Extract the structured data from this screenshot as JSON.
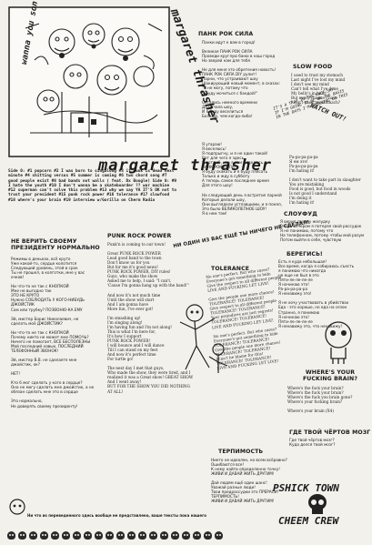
{
  "header": {
    "band_name": "margaret thrasher",
    "band_name_big": "margaret thrasher",
    "cover_scrawl": "wanna you son"
  },
  "tracklist": "Side 0: #1 popcorn #2 I was born to singalong #3 if punk is dead next minute #4 shitting versus #5 summer is coming #6 two chord song #7 good people exist #8 bad bands not walls ( feat. Dx Boogle) Side 0: #9 I hate the youth #10 I don't wanna be a skateboarder ?? war machine #12 superman can't solve this problem #13 why we say YA IT'S OK not to trust your president #15 punk rock power #16 tolerance #17 slowfood #18 where's your brain #19 interview w/Gorilla on Cherm Radio",
  "sections": {
    "pank_rok_sila": {
      "title": "ПАНК РОК СИЛА",
      "lines": "Панки идут к вам в город!\n\nВеликая ПАНК РОК СИЛА\nПроведи круглую баню в наш город\nНо зверей нам для тебя\n\nНе для меня это обретения новость!\nПАНК РОК СИЛА DIY рулит!\nПарни, что устраивают шоу\nШокирующий новый момент, в сказах:\n\"Я не могу, потому что\nЯ буду мочиться с бандой!\"\n\nОстались немного времени\nДо начала шоу,\nИ я буду веселиться\nБольше, чем когда-либо!"
    },
    "ya_ugarayu": {
      "lines": "Я угараю!\nЯ веселюсь!\nЯ подпрыгну, и я не один такой!\nВот для чего я здесь,\nИ вот всё, что я вам поделюсь\nПАНК РОК СИЛА!\nЯ буду скакать и я буду плясать\nТолько и жду в субботу\nА теперь самое последнее время\nДля этого шоу!\n\nНа следующий день я встретил парней\nКоторые делали шоу,\nОни выглядели устлавшими, и я понял,\nЭто было ВЕЛИКОЛЕПНОЕ ШОУ!\nЯ в нем там!"
    },
    "ne_veryu": {
      "title": "НЕ ВЕРИТЬ СВОЕМУ ПРЕЗИДЕНТУ НОРМАЛЬНО",
      "lines": "Режимы в деньках, всё круто\nУже какой-то, сердце колотится\nСледующий уровень, этой в срок\nТы не прошел, в колготки, мне у вас\nочков!\n\nНи что-то не так с КНОПКОЙ\nМне не выгодно так\nЭТО НЕ КРУТО\nНужно СОБЛЮДАТЬ У КОГО-НИБУДЬ\nДЖОЙСТИК\nСам или трубку? ПОЗВОНЮ-КА ЕМУ\n\nЭй, мистер Борис Николаевич, не\nсделать моё ДЖОЙСТИК?\n\nНи что-то не так с КНОПКОЙ\nПочему никто не может мне ПОМОЧЬ?\nНичего не помогает, ВСЕ БЕСПОЛЕЗНЫ\nМой последний навык, ПОСЛЕДНИЙ\nТЕЛЕФОННЫЙ ЗВОНОК!\n\nЭй, мистер В.В. не сделаете мне\nджойстик, ок?\n\nНЕТ!\n\nКто б мог сделать у кого в сердце?\nОна не могу сделать мне джойстик, а не\nобязан сделать мне это в сердце\n\nЭто нормально,\nНе доверять своему президенту!"
    },
    "punk_rock_power": {
      "title": "PUNK ROCK POWER",
      "lines": "Punk'n is coming to our town!\n\nGreat PUNK ROCK POWER\nLead good band to the town\nDon't know us for you\nBut for me it's good news!\nPUNK ROCK POWER, DIY rules!\nGuys, who make the show\nAsked me to help, I said: \"I can't.\n'Cause I'm gonna hang up with the band!\"\n\nAnd now it's not much time\nUntil the show will start\nAnd I am gonna have\nMore fun, I've ever got!\n\nI'm smashing up!\nI'm singing along!\nI'm having fun and I'm not along!\nThis is what I'm here for,\nIt's how I support\nPUNK ROCK POWER!\nI will bounce and I will dance\nTill I can stand on my feet\nAnd now it's perfect time\nFor turtle go!\n\nThe next day I met that guys,\nWho made the show, they were tired, and I\nrealized it was a Great show! GREAT SHOW\nAnd I went away!\nBUT FOR THE SHOW YOU DID NOTHING\nAT ALL!"
    },
    "ni_odin": {
      "title": "НИ ОДИН ИЗ ВАС ЕЩЁ ТЫ НИЧЕГО НЕ СДЕЛАЛ!"
    },
    "tolerance": {
      "title": "TOLERANCE",
      "lines": "No one's perfect. But who cares?\nEveryone's got something to hide\nGive the respect to all different people\nLIVE AND FUCKING LET LIVE!\n\nGive the people one more chance!\nTOLERANCE! TOLERANCE!\nGive respect to all different people\nTOLERANCE! TOLERANCE!\nYour prejudices are just regrets!\nTOLERANCE! TOLERANCE!\nLIVE AND FUCKING LET LIVE!\n\nNo one's perfect. But who cares?\nEveryone's got something to hide\nTOLERANCE! TOLERANCE!\nGive the people one more chance!\nTOLERANCE! TOLERANCE!\nI can't be blame for this!\nTOLERANCE! TOLERANCE!\nLIVE AND FUCKING LET LIVE!"
    },
    "terpimost": {
      "title": "ТЕРПИМОСТЬ",
      "lines": "Никто не идеален, но всем всёравно?\nОшибаются все!\nК нему найти определенно точку!\nЖИВИ И ДАВАЙ ЖИТЬ ДРУГИМ!\n\nДай людям ещё один шанс!\nУважай разные люди!\nТвои предрассудки это ПРЕРАСИ!\nТЕРПИМОСТЬ!\nЖИВИ И ДАВАЙ ЖИТЬ ДРУГИМ!"
    },
    "slow_food": {
      "title": "SLOW FOOD",
      "lines": "I used to trust my stomach\nLast night I've lost my mind\nI don't see my mind\nCan't tell what I've done\nMy belly's in hunt!\nBut every chance I have\nI can't trust my stomach?",
      "watch_out": "WATCH OUT!",
      "scrawl": "IT'S A TRAP IN THE KNOT SAY\nIF I'M GOING TO BE ON THE BASIS\nIN THE DAYS I'M THINKING OF THIS"
    },
    "rarara": {
      "lines": "Ра-ра-ра-ра-ра\nЯ ем это!\nPa-pa-pa-pa-pa\nI'm hating it!\n\nI don't want to take part in slaughter\nYou are mistaking\nFood is good, but food in woods\nIs not good I understand\nI'm doing it\nI'm hating it!"
    },
    "slowfud": {
      "title": "СЛОУФУД",
      "lines": "Я верил своему желудку\nВчера вечером я потерял свой рассудок\nЯ не понимаю, потому что\nНа телефонном, потому чтобы мой разум\nПотом выйти в себе, чувствую"
    },
    "veryus": {
      "title": "БЕРЕГИСЬ!",
      "lines": "Есть я куда небольшая!\nВсе время, когда я собираюсь съесть\nя понимаю что никогда\nне еще не был в это\nПяти-ле-ле-ле-ле\nЯ начинаю это!\nРа-ра-ра-ра-ра\nЯ ненавижу это!\n\nЯ не хочу участвовать в убийствах\nЕда - это хорошо, но еда на сезон\nСтранно, я понимаю\nЯ начинаю это!\nПяти-ле-ле-ле-ле\nЯ ненавижу это, что ненавижу!"
    },
    "wheres_your_brain": {
      "title": "WHERE'S YOUR FUCKING BRAIN?",
      "lines": "Where's the fuck your brain?\nWhere's the fuck your brain?\nWhere's the fuck you brain gone?\nWhere's your fucking brain?\n\nWhere's your brain (X4)"
    },
    "gde_tvoy": {
      "title": "ГДЕ ТВОЙ ЧЁРТОВ МОЗГ",
      "lines": "Где твой чёртов мозг?\nКуда делся твой мозг?"
    },
    "footer": {
      "note": "Ни что из переведенного здесь вообще не представлено, ваше тексты пока нашего",
      "logo_line1": "PSHICK TOWN",
      "logo_line2": "CHEEM CREW"
    }
  }
}
